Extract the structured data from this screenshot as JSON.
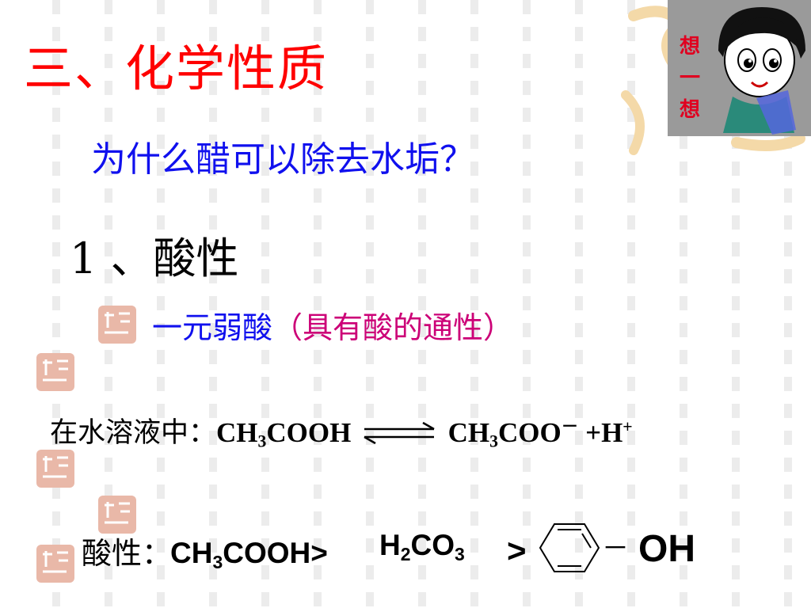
{
  "slide": {
    "title": "三、化学性质",
    "question": "为什么醋可以除去水垢？",
    "heading": "1 、酸性",
    "property": {
      "main": "一元弱酸",
      "note": "（具有酸的通性）"
    },
    "equation": {
      "prefix": "在水溶液中：",
      "reactant": {
        "a": "CH",
        "sub": "3",
        "b": "COOH"
      },
      "product1": {
        "a": "CH",
        "sub": "3",
        "b": "COO",
        "charge": "－"
      },
      "product2": {
        "a": " +H",
        "charge": "+"
      }
    },
    "comparison": {
      "label": "酸性：",
      "acid1": {
        "a": "CH",
        "sub": "3",
        "b": "COOH>"
      },
      "acid2": {
        "a": "H",
        "sub": "2",
        "b": "CO",
        "sub2": "3"
      },
      "gt": ">",
      "bond": "－",
      "group": "OH"
    },
    "think_badge": {
      "chars": [
        "想",
        "一",
        "想"
      ]
    }
  },
  "colors": {
    "title": "#ff0000",
    "question": "#1010ee",
    "property_main": "#1010ee",
    "property_note": "#cc0077",
    "badge_bg": "#9a9a9a",
    "badge_text": "#e00020",
    "seal": "#d98c7a",
    "decoration": "#f4d9a8"
  },
  "icons": {
    "badge_figure": "cartoon-face-icon",
    "seal": "seal-stamp-icon",
    "arrow": "equilibrium-arrow-icon",
    "ring": "benzene-ring-icon"
  }
}
